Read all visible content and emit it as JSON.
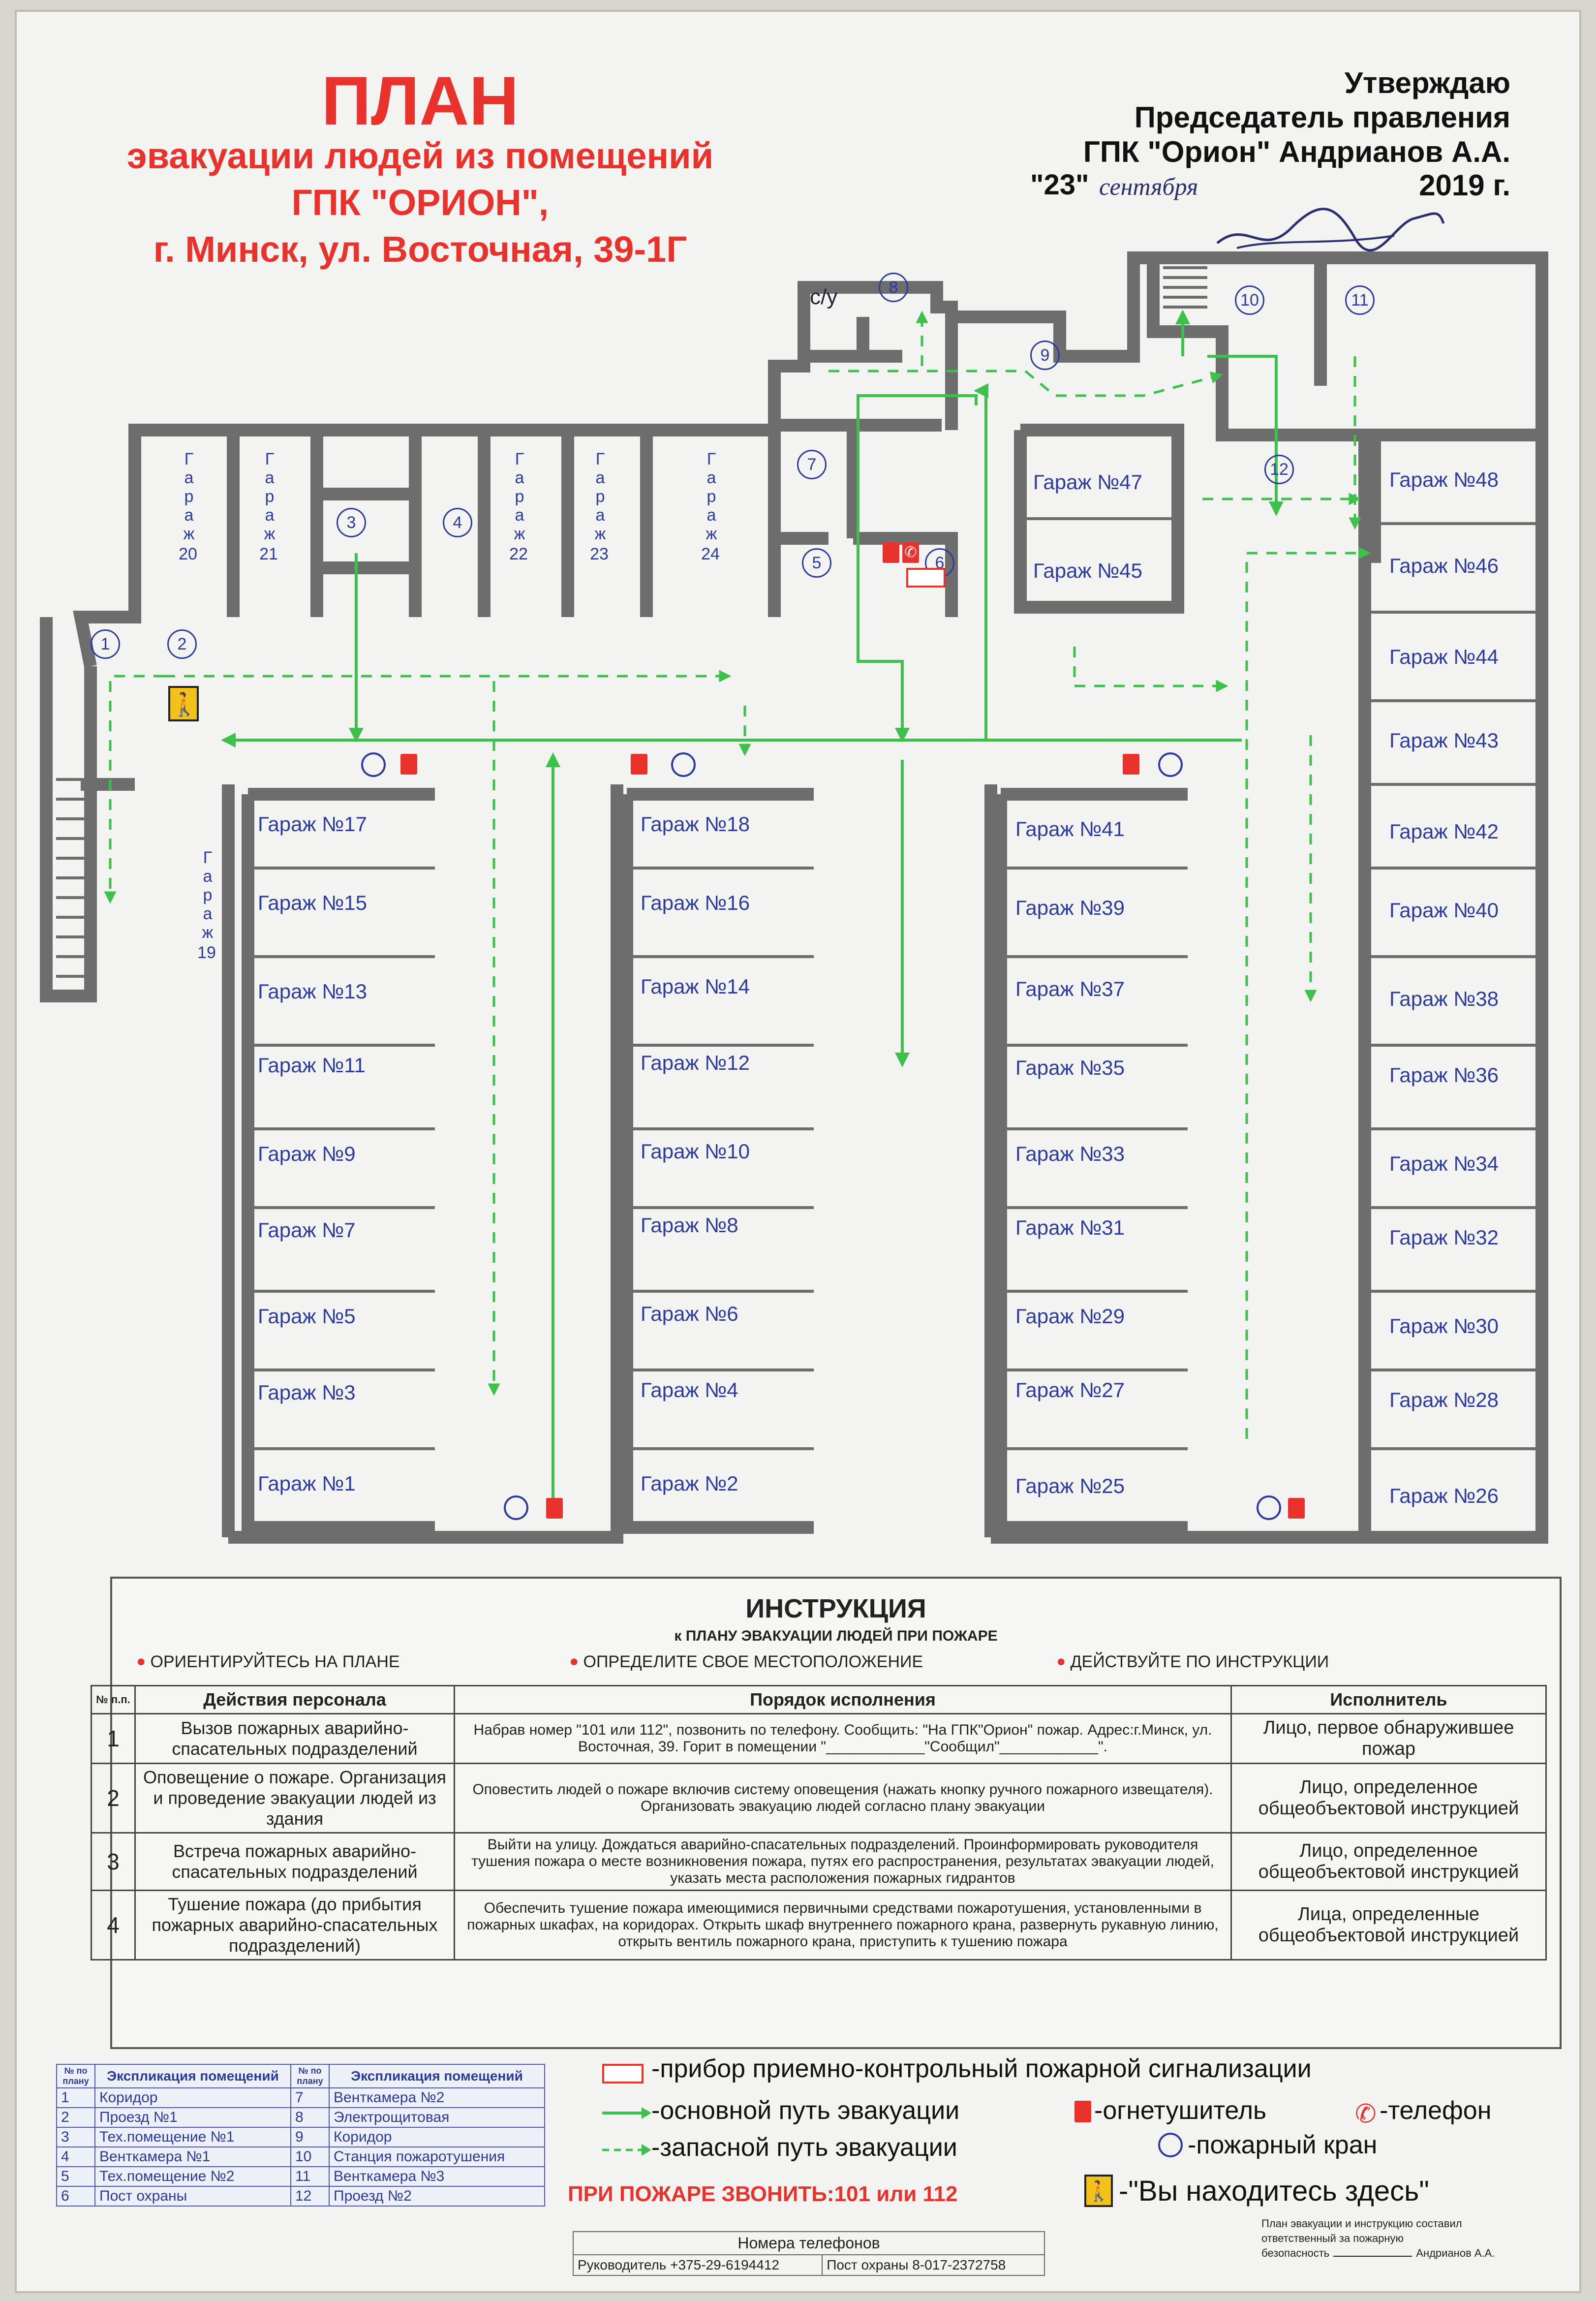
{
  "header": {
    "title": "ПЛАН",
    "subtitle1": "эвакуации людей  из помещений",
    "subtitle2": "ГПК \"ОРИОН\",",
    "address": "г. Минск, ул. Восточная, 39-1Г"
  },
  "approval": {
    "line1": "Утверждаю",
    "line2": "Председатель правления",
    "line3": "ГПК \"Орион\" Андрианов А.А.",
    "date_day": "\"23\"",
    "date_month": "сентября",
    "date_year": "2019 г."
  },
  "plan": {
    "su_label": "с/у",
    "room_numbers": [
      "1",
      "2",
      "3",
      "4",
      "5",
      "6",
      "7",
      "8",
      "9",
      "10",
      "11",
      "12"
    ],
    "garage_word": "Гараж",
    "garages_vertical": [
      "20",
      "21",
      "22",
      "23",
      "24",
      "19"
    ],
    "garages_left": [
      "Гараж №17",
      "Гараж №15",
      "Гараж №13",
      "Гараж №11",
      "Гараж №9",
      "Гараж №7",
      "Гараж №5",
      "Гараж №3",
      "Гараж №1"
    ],
    "garages_mid": [
      "Гараж №18",
      "Гараж №16",
      "Гараж №14",
      "Гараж №12",
      "Гараж №10",
      "Гараж №8",
      "Гараж №6",
      "Гараж №4",
      "Гараж №2"
    ],
    "garages_right_a": [
      "Гараж №41",
      "Гараж №39",
      "Гараж №37",
      "Гараж №35",
      "Гараж №33",
      "Гараж №31",
      "Гараж №29",
      "Гараж №27",
      "Гараж №25"
    ],
    "garages_right_b": [
      "Гараж №48",
      "Гараж №46",
      "Гараж №44",
      "Гараж №43",
      "Гараж №42",
      "Гараж №40",
      "Гараж №38",
      "Гараж №36",
      "Гараж №34",
      "Гараж №32",
      "Гараж №30",
      "Гараж №28",
      "Гараж №26"
    ],
    "garages_upper": [
      "Гараж №47",
      "Гараж №45"
    ]
  },
  "instruction": {
    "title": "ИНСТРУКЦИЯ",
    "subtitle": "к  ПЛАНУ ЭВАКУАЦИИ ЛЮДЕЙ ПРИ ПОЖАРЕ",
    "bullets": [
      "ОРИЕНТИРУЙТЕСЬ НА ПЛАНЕ",
      "ОПРЕДЕЛИТЕ СВОЕ МЕСТОПОЛОЖЕНИЕ",
      "ДЕЙСТВУЙТЕ ПО ИНСТРУКЦИИ"
    ],
    "headers": [
      "№ п.п.",
      "Действия персонала",
      "Порядок исполнения",
      "Исполнитель"
    ],
    "rows": [
      {
        "n": "1",
        "action": "Вызов пожарных аварийно-спасательных подразделений",
        "order": "Набрав номер \"101 или 112\", позвонить по телефону. Сообщить: \"На ГПК\"Орион\" пожар. Адрес:г.Минск, ул. Восточная, 39. Горит в помещении \"____________\"Сообщил\"____________\".",
        "who": "Лицо, первое обнаружившее пожар"
      },
      {
        "n": "2",
        "action": "Оповещение о пожаре. Организация и проведение эвакуации людей из здания",
        "order": "Оповестить людей о пожаре включив систему оповещения (нажать кнопку ручного пожарного извещателя). Организовать эвакуацию людей согласно плану эвакуации",
        "who": "Лицо, определенное общеобъектовой инструкцией"
      },
      {
        "n": "3",
        "action": "Встреча пожарных аварийно-спасательных подразделений",
        "order": "Выйти на улицу. Дождаться аварийно-спасательных подразделений. Проинформировать руководителя тушения пожара о месте возникновения пожара, путях его распространения, результатах эвакуации людей, указать места расположения пожарных гидрантов",
        "who": "Лицо, определенное общеобъектовой инструкцией"
      },
      {
        "n": "4",
        "action": "Тушение пожара (до прибытия пожарных аварийно-спасательных подразделений)",
        "order": "Обеспечить тушение пожара имеющимися первичными средствами пожаротушения, установленными в пожарных шкафах, на коридорах. Открыть шкаф внутреннего пожарного крана, развернуть рукавную линию, открыть вентиль пожарного крана, приступить к тушению пожара",
        "who": "Лица, определенные общеобъектовой инструкцией"
      }
    ]
  },
  "explication": {
    "h_num": "№ по плану",
    "h_name": "Экспликация помещений",
    "items": [
      [
        "1",
        "Коридор",
        "7",
        "Венткамера №2"
      ],
      [
        "2",
        "Проезд №1",
        "8",
        "Электрощитовая"
      ],
      [
        "3",
        "Тех.помещение №1",
        "9",
        "Коридор"
      ],
      [
        "4",
        "Венткамера №1",
        "10",
        "Станция пожаротушения"
      ],
      [
        "5",
        "Тех.помещение №2",
        "11",
        "Венткамера №3"
      ],
      [
        "6",
        "Пост охраны",
        "12",
        "Проезд №2"
      ]
    ]
  },
  "legend": {
    "alarm": "-прибор приемно-контрольный пожарной сигнализации",
    "main_route": "-основной путь эвакуации",
    "extinguisher": "-огнетушитель",
    "phone": "-телефон",
    "spare_route": "-запасной путь эвакуации",
    "hydrant": "-пожарный кран",
    "call": "ПРИ ПОЖАРЕ ЗВОНИТЬ:101 или 112",
    "you_are_here": "-\"Вы находитесь здесь\""
  },
  "phones": {
    "title": "Номера телефонов",
    "director": "Руководитель +375-29-6194412",
    "guard": "Пост охраны 8-017-2372758"
  },
  "footer": {
    "note1": "План эвакуации и инструкцию составил",
    "note2": "ответственный за пожарную",
    "note3": "безопасность",
    "note4": "Андрианов А.А."
  },
  "colors": {
    "red": "#e8322b",
    "green": "#3cc24a",
    "wall": "#6d6d6d",
    "blue": "#2b3b9e"
  }
}
